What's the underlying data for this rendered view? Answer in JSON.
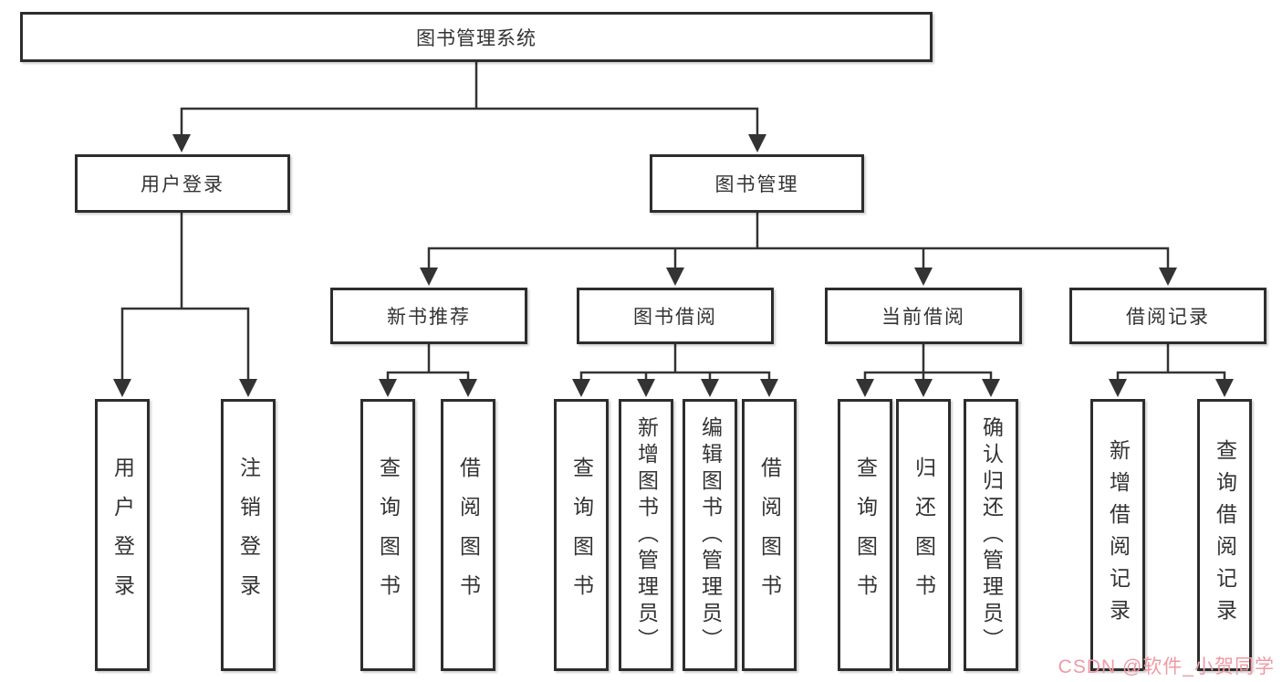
{
  "root": {
    "label": "图书管理系统"
  },
  "branches": {
    "user_login": {
      "label": "用户登录",
      "children": [
        "用户登录",
        "注销登录"
      ]
    },
    "book_management": {
      "label": "图书管理"
    }
  },
  "modules": [
    {
      "label": "新书推荐",
      "children": [
        "查询图书",
        "借阅图书"
      ]
    },
    {
      "label": "图书借阅",
      "children": [
        "查询图书",
        "新增图书（管理员）",
        "编辑图书（管理员）",
        "借阅图书"
      ]
    },
    {
      "label": "当前借阅",
      "children": [
        "查询图书",
        "归还图书",
        "确认归还（管理员）"
      ]
    },
    {
      "label": "借阅记录",
      "children": [
        "新增借阅记录",
        "查询借阅记录"
      ]
    }
  ],
  "watermark": {
    "text": "CSDN @软件_小贺同学",
    "color": "#f099a4"
  },
  "colors": {
    "line": "#333333",
    "box_border": "#2d2d2d",
    "text": "#333333",
    "background": "#ffffff"
  }
}
